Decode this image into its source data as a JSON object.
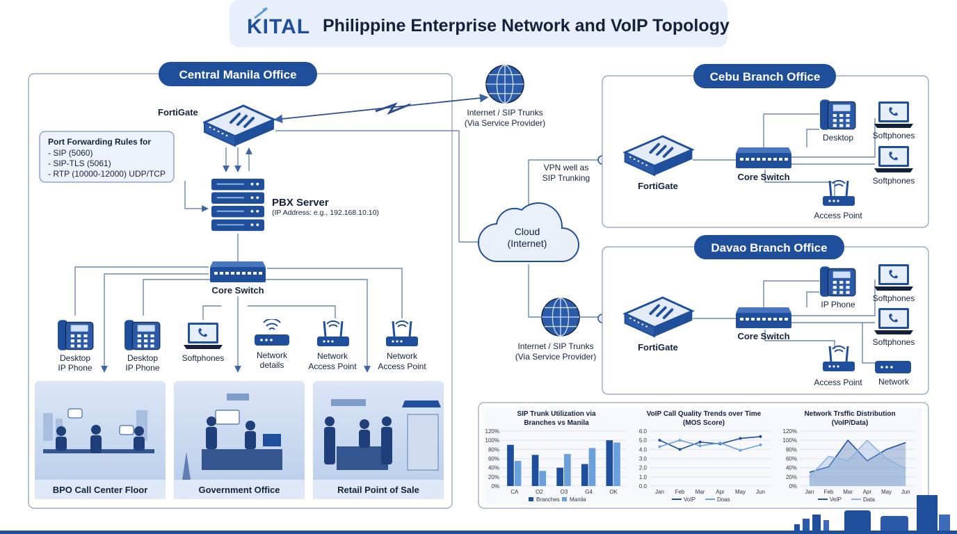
{
  "header": {
    "logo": "KITAL",
    "title": "Philippine Enterprise Network and VoIP Topology"
  },
  "manila": {
    "title": "Central Manila Office",
    "fortigate": "FortiGate",
    "port_rules_title": "Port Forwarding Rules for",
    "port_rules": [
      "- SIP (5060)",
      "- SIP-TLS (5061)",
      "- RTP (10000-12000) UDP/TCP"
    ],
    "pbx_title": "PBX Server",
    "pbx_ip": "(IP Address: e.g., 192.168.10.10)",
    "core_switch": "Core Switch",
    "devices": [
      {
        "line1": "Desktop",
        "line2": "IP Phone"
      },
      {
        "line1": "Desktop",
        "line2": "IP Phone"
      },
      {
        "line1": "Softphones",
        "line2": ""
      },
      {
        "line1": "Network",
        "line2": "details"
      },
      {
        "line1": "Network",
        "line2": "Access Point"
      },
      {
        "line1": "Network",
        "line2": "Access Point"
      }
    ],
    "scenes": [
      "BPO Call Center Floor",
      "Government Office",
      "Retail Point of Sale"
    ]
  },
  "internet_top": {
    "line1": "Internet / SIP Trunks",
    "line2": "(Via Service Provider)"
  },
  "cloud": {
    "line1": "Cloud",
    "line2": "(Internet)"
  },
  "vpn": {
    "line1": "VPN well as",
    "line2": "SIP Trunking"
  },
  "internet_bottom": {
    "line1": "Internet / SIP Trunks",
    "line2": "(Via Service Provider)"
  },
  "cebu": {
    "title": "Cebu Branch Office",
    "fortigate": "FortiGate",
    "core_switch": "Core Switch",
    "desktop": "Desktop",
    "softphones_1": "Softphones",
    "softphones_2": "Softphones",
    "access_point": "Access Point"
  },
  "davao": {
    "title": "Davao Branch Office",
    "fortigate": "FortiGate",
    "core_switch": "Core Switch",
    "ip_phone": "IP Phone",
    "softphones_1": "Softphones",
    "softphones_2": "Softphones",
    "access_point": "Access Point",
    "network": "Network"
  },
  "colors": {
    "primary": "#1f4e9a",
    "dark": "#14213d",
    "light": "#e8eefa",
    "accent": "#5b9bd5"
  },
  "chart_data": [
    {
      "type": "bar",
      "title": "SIP Trunk Utilization via",
      "subtitle": "Branches vs Manila",
      "categories": [
        "CA",
        "O2",
        "O3",
        "G4",
        "OK"
      ],
      "series": [
        {
          "name": "Branches",
          "values": [
            90,
            68,
            40,
            48,
            100
          ],
          "color": "#1f4e9a"
        },
        {
          "name": "Manila",
          "values": [
            55,
            33,
            70,
            83,
            95
          ],
          "color": "#6aa1dc"
        }
      ],
      "yticks": [
        "0%",
        "20%",
        "40%",
        "60%",
        "80%",
        "100%",
        "120%"
      ],
      "ylim": [
        0,
        120
      ]
    },
    {
      "type": "line",
      "title": "VoIP Call Quality Trends over Time",
      "subtitle": "(MOS Score)",
      "categories": [
        "Jan",
        "Feb",
        "Mar",
        "Apr",
        "May",
        "Jun"
      ],
      "series": [
        {
          "name": "VoIP",
          "values": [
            5.0,
            4.0,
            4.8,
            4.6,
            5.2,
            5.4
          ],
          "color": "#1f4e9a"
        },
        {
          "name": "Doas",
          "values": [
            4.3,
            5.0,
            4.4,
            4.7,
            3.9,
            4.5
          ],
          "color": "#6aa1dc"
        }
      ],
      "yticks": [
        "0.0",
        "1.0",
        "2.0",
        "3.0",
        "4.0",
        "5.0",
        "6.0"
      ],
      "ylim": [
        0,
        6
      ]
    },
    {
      "type": "area",
      "title": "Network Trsffic Distribution",
      "subtitle": "(VoIP/Data)",
      "categories": [
        "Jan",
        "Feb",
        "Mar",
        "Apr",
        "May",
        "Jun"
      ],
      "series": [
        {
          "name": "VeIP",
          "values": [
            30,
            42,
            100,
            55,
            80,
            95
          ],
          "color": "#1f4e9a"
        },
        {
          "name": "Data",
          "values": [
            20,
            65,
            55,
            100,
            60,
            38
          ],
          "color": "#8fb3e0"
        }
      ],
      "yticks": [
        "0%",
        "20%",
        "40%",
        "60%",
        "80%",
        "100%",
        "120%"
      ],
      "ylim": [
        0,
        120
      ]
    }
  ]
}
